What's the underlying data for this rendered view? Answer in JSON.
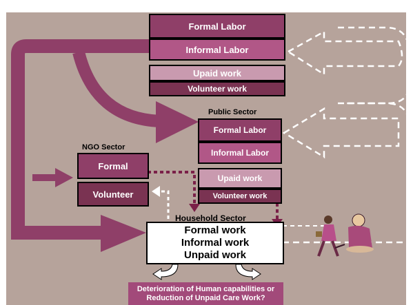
{
  "private_sector": {
    "formal": "Formal Labor",
    "informal": "Informal Labor",
    "unpaid": "Upaid work",
    "volunteer": "Volunteer work"
  },
  "public_sector": {
    "title": "Public Sector",
    "formal": "Formal Labor",
    "informal": "Informal Labor",
    "unpaid": "Upaid work",
    "volunteer": "Volunteer work"
  },
  "ngo_sector": {
    "title": "NGO Sector",
    "formal": "Formal",
    "volunteer": "Volunteer"
  },
  "household_sector": {
    "title": "Household Sector",
    "formal": "Formal work",
    "informal": "Informal work",
    "unpaid": "Unpaid work"
  },
  "question": {
    "line1": "Deterioration of Human capabilities or",
    "line2": "Reduction of Unpaid Care Work?"
  },
  "colors": {
    "background": "#b6a39b",
    "arrow": "#8f3f68",
    "formal": "#8f3f68",
    "informal": "#b15787",
    "unpaid": "#c99aaf",
    "volunteer": "#7a3352"
  },
  "icons": [
    "walking-woman-icon",
    "seated-man-icon"
  ]
}
